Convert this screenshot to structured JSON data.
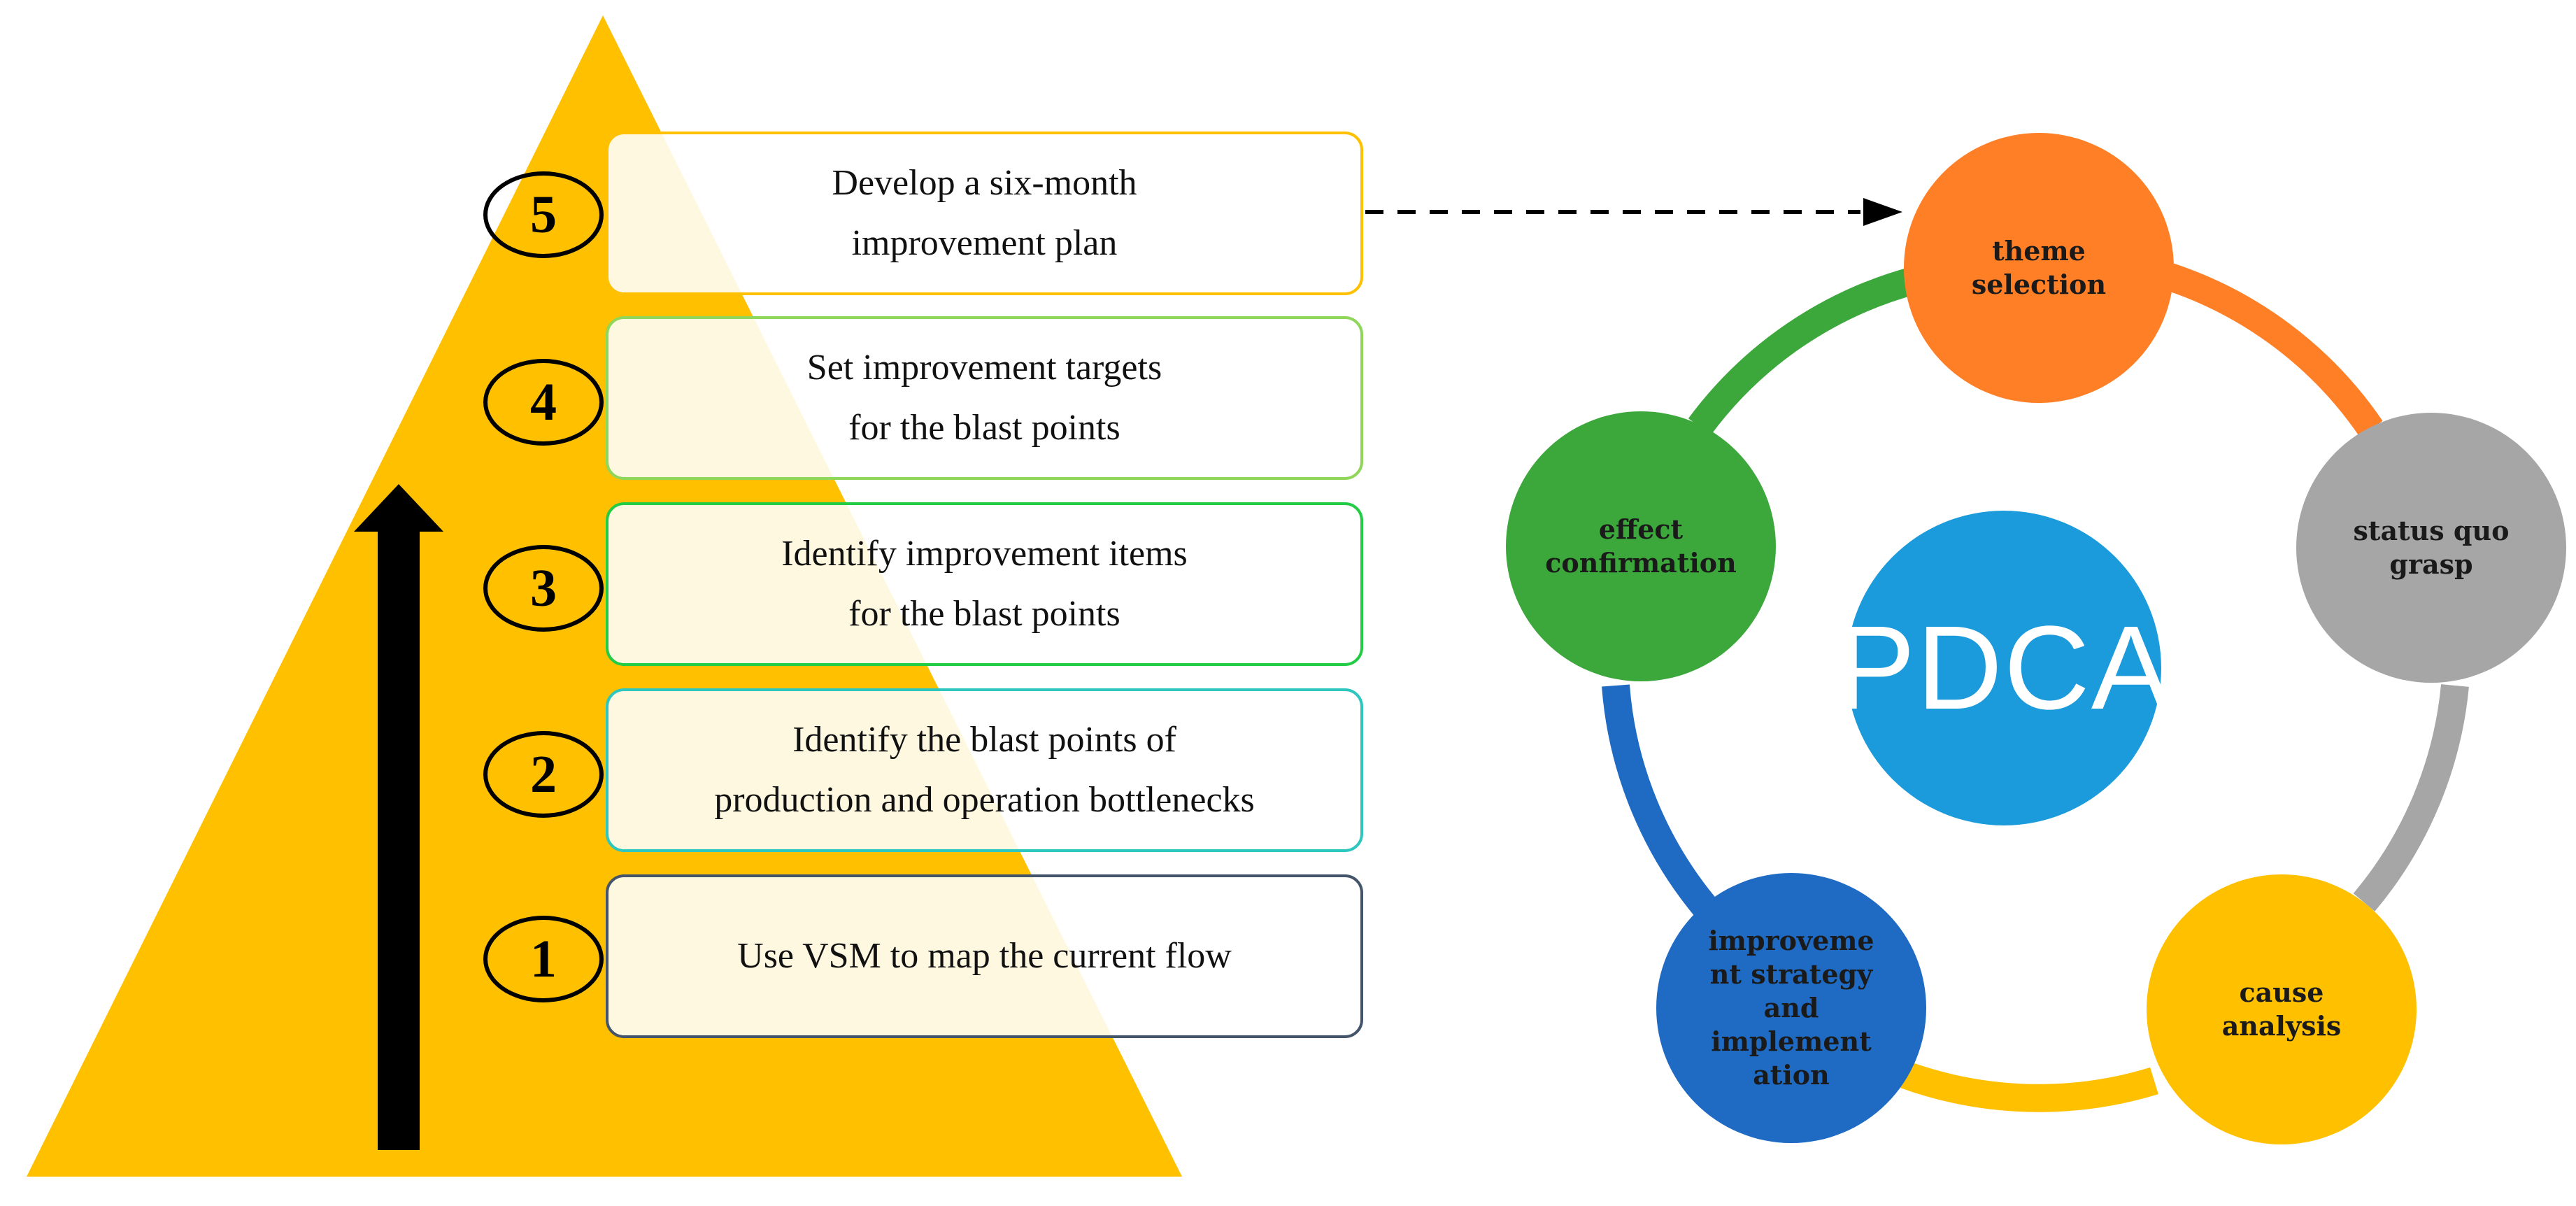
{
  "steps": [
    {
      "num": "1",
      "text": "Use VSM to map the current flow"
    },
    {
      "num": "2",
      "text": "Identify the blast points of\nproduction and operation bottlenecks"
    },
    {
      "num": "3",
      "text": "Identify improvement items\nfor the blast points"
    },
    {
      "num": "4",
      "text": "Set improvement targets\nfor the blast points"
    },
    {
      "num": "5",
      "text": "Develop a six-month\nimprovement plan"
    }
  ],
  "cycle": {
    "center": "PDCA",
    "nodes": {
      "theme": "theme\nselection",
      "status": "status quo\ngrasp",
      "cause": "cause\nanalysis",
      "strategy": "improveme\nnt strategy\nand\nimplement\nation",
      "effect": "effect\nconfirmation"
    }
  },
  "colors": {
    "pyramid": "#FFC000",
    "arrow": "#000000",
    "box_borders": [
      "#44546A",
      "#2EC7C0",
      "#22CC44",
      "#8FD65A",
      "#FFC000"
    ],
    "theme": "#FF7F27",
    "status": "#A6A6A6",
    "cause": "#FFC000",
    "strategy": "#1F6BC4",
    "effect": "#3CA83C",
    "center": "#1B9BDB"
  }
}
